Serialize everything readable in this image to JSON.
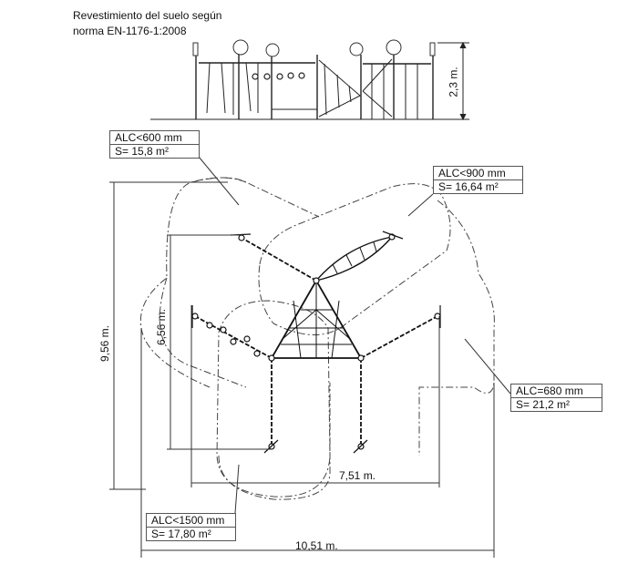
{
  "title": {
    "line1": "Revestimiento del suelo según",
    "line2": "norma EN-1176-1:2008"
  },
  "elevation": {
    "height_label": "2,3 m."
  },
  "zones": [
    {
      "alc": "ALC<600 mm",
      "area": "S= 15,8 m²"
    },
    {
      "alc": "ALC<900 mm",
      "area": "S= 16,64 m²"
    },
    {
      "alc": "ALC=680 mm",
      "area": "S= 21,2 m²"
    },
    {
      "alc": "ALC<1500 mm",
      "area": "S= 17,80 m²"
    }
  ],
  "dimensions": {
    "total_depth": "9,56 m.",
    "inner_depth": "6,56 m.",
    "inner_width": "7,51 m.",
    "total_width": "10,51 m."
  }
}
